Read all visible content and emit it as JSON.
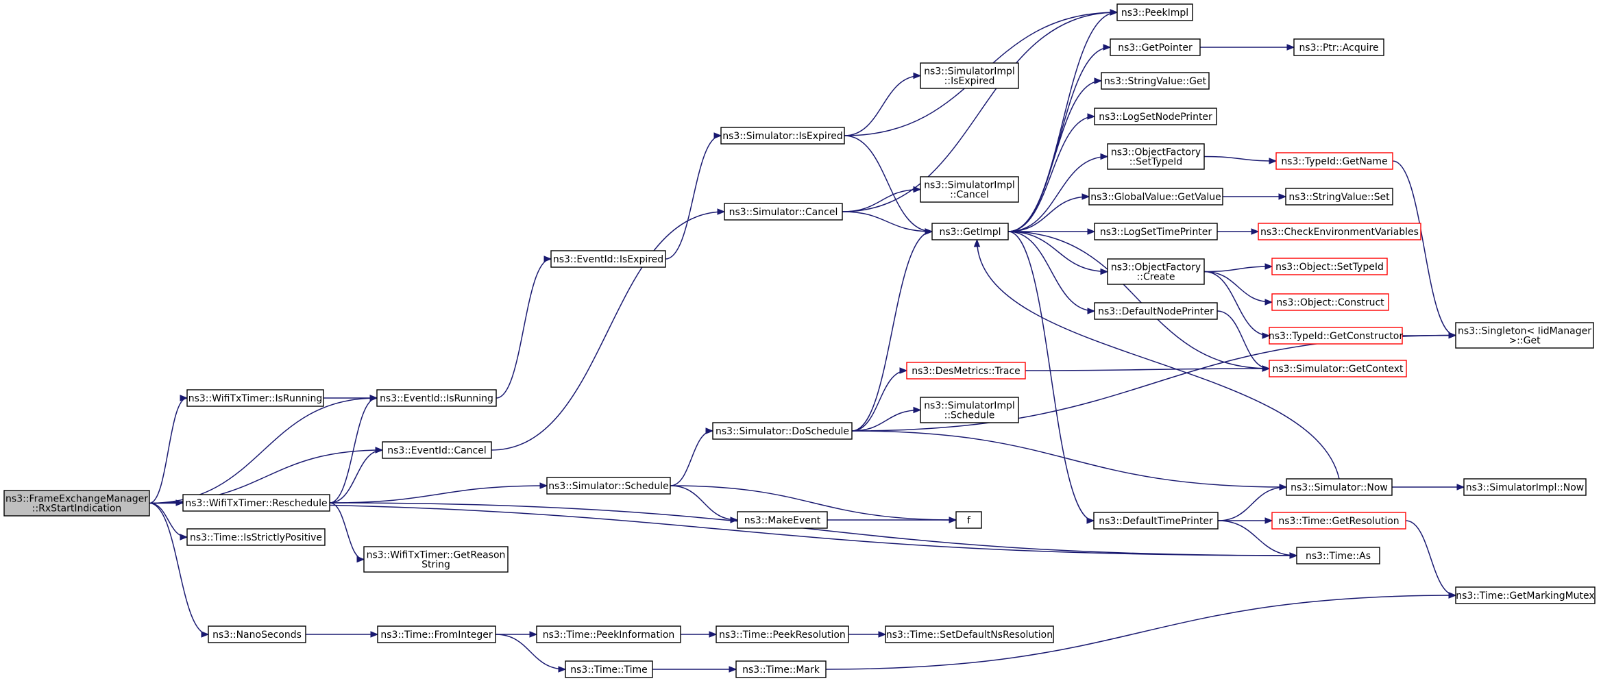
{
  "nodes": [
    {
      "id": "root",
      "lines": [
        "ns3::FrameExchangeManager",
        "::RxStartIndication"
      ],
      "style": "root"
    },
    {
      "id": "wtt_isrunning",
      "lines": [
        "ns3::WifiTxTimer::IsRunning"
      ]
    },
    {
      "id": "ev_isrunning",
      "lines": [
        "ns3::EventId::IsRunning"
      ]
    },
    {
      "id": "ev_cancel",
      "lines": [
        "ns3::EventId::Cancel"
      ]
    },
    {
      "id": "wtt_reschedule",
      "lines": [
        "ns3::WifiTxTimer::Reschedule"
      ]
    },
    {
      "id": "time_isstrictlypositive",
      "lines": [
        "ns3::Time::IsStrictlyPositive"
      ]
    },
    {
      "id": "wtt_getreason",
      "lines": [
        "ns3::WifiTxTimer::GetReason",
        "String"
      ]
    },
    {
      "id": "nanoseconds",
      "lines": [
        "ns3::NanoSeconds"
      ]
    },
    {
      "id": "time_frominteger",
      "lines": [
        "ns3::Time::FromInteger"
      ]
    },
    {
      "id": "ev_isexpired",
      "lines": [
        "ns3::EventId::IsExpired"
      ]
    },
    {
      "id": "sim_schedule",
      "lines": [
        "ns3::Simulator::Schedule"
      ]
    },
    {
      "id": "time_peekinformation",
      "lines": [
        "ns3::Time::PeekInformation"
      ]
    },
    {
      "id": "time_time",
      "lines": [
        "ns3::Time::Time"
      ]
    },
    {
      "id": "sim_isexpired",
      "lines": [
        "ns3::Simulator::IsExpired"
      ]
    },
    {
      "id": "sim_cancel",
      "lines": [
        "ns3::Simulator::Cancel"
      ]
    },
    {
      "id": "sim_doschedule",
      "lines": [
        "ns3::Simulator::DoSchedule"
      ]
    },
    {
      "id": "makeevent",
      "lines": [
        "ns3::MakeEvent"
      ]
    },
    {
      "id": "time_peekresolution",
      "lines": [
        "ns3::Time::PeekResolution"
      ]
    },
    {
      "id": "time_mark",
      "lines": [
        "ns3::Time::Mark"
      ]
    },
    {
      "id": "simimpl_isexpired",
      "lines": [
        "ns3::SimulatorImpl",
        "::IsExpired"
      ]
    },
    {
      "id": "simimpl_cancel",
      "lines": [
        "ns3::SimulatorImpl",
        "::Cancel"
      ]
    },
    {
      "id": "getimpl",
      "lines": [
        "ns3::GetImpl"
      ]
    },
    {
      "id": "desmetrics_trace",
      "lines": [
        "ns3::DesMetrics::Trace"
      ],
      "style": "red"
    },
    {
      "id": "simimpl_schedule",
      "lines": [
        "ns3::SimulatorImpl",
        "::Schedule"
      ]
    },
    {
      "id": "f",
      "lines": [
        "f"
      ]
    },
    {
      "id": "time_setdefaultnsres",
      "lines": [
        "ns3::Time::SetDefaultNsResolution"
      ]
    },
    {
      "id": "peekimpl",
      "lines": [
        "ns3::PeekImpl"
      ]
    },
    {
      "id": "getpointer",
      "lines": [
        "ns3::GetPointer"
      ]
    },
    {
      "id": "stringvalue_get",
      "lines": [
        "ns3::StringValue::Get"
      ]
    },
    {
      "id": "logsetnodeprinter",
      "lines": [
        "ns3::LogSetNodePrinter"
      ]
    },
    {
      "id": "objfactory_settypeid",
      "lines": [
        "ns3::ObjectFactory",
        "::SetTypeId"
      ]
    },
    {
      "id": "globalvalue_getvalue",
      "lines": [
        "ns3::GlobalValue::GetValue"
      ]
    },
    {
      "id": "logsettimeprinter",
      "lines": [
        "ns3::LogSetTimePrinter"
      ]
    },
    {
      "id": "objfactory_create",
      "lines": [
        "ns3::ObjectFactory",
        "::Create"
      ]
    },
    {
      "id": "defaultnodeprinter",
      "lines": [
        "ns3::DefaultNodePrinter"
      ]
    },
    {
      "id": "defaulttimeprinter",
      "lines": [
        "ns3::DefaultTimePrinter"
      ]
    },
    {
      "id": "ptr_acquire",
      "lines": [
        "ns3::Ptr::Acquire"
      ]
    },
    {
      "id": "typeid_getname",
      "lines": [
        "ns3::TypeId::GetName"
      ],
      "style": "red"
    },
    {
      "id": "stringvalue_set",
      "lines": [
        "ns3::StringValue::Set"
      ]
    },
    {
      "id": "checkenvvars",
      "lines": [
        "ns3::CheckEnvironmentVariables"
      ],
      "style": "red"
    },
    {
      "id": "object_settypeid",
      "lines": [
        "ns3::Object::SetTypeId"
      ],
      "style": "red"
    },
    {
      "id": "object_construct",
      "lines": [
        "ns3::Object::Construct"
      ],
      "style": "red"
    },
    {
      "id": "typeid_getconstructor",
      "lines": [
        "ns3::TypeId::GetConstructor"
      ],
      "style": "red"
    },
    {
      "id": "sim_getcontext",
      "lines": [
        "ns3::Simulator::GetContext"
      ],
      "style": "red"
    },
    {
      "id": "sim_now",
      "lines": [
        "ns3::Simulator::Now"
      ]
    },
    {
      "id": "time_getresolution",
      "lines": [
        "ns3::Time::GetResolution"
      ],
      "style": "red"
    },
    {
      "id": "time_as",
      "lines": [
        "ns3::Time::As"
      ]
    },
    {
      "id": "singleton_get",
      "lines": [
        "ns3::Singleton< IidManager",
        " >::Get"
      ]
    },
    {
      "id": "simimpl_now",
      "lines": [
        "ns3::SimulatorImpl::Now"
      ]
    },
    {
      "id": "time_getmarkingmutex",
      "lines": [
        "ns3::Time::GetMarkingMutex"
      ]
    }
  ],
  "edges": [
    [
      "root",
      "wtt_isrunning"
    ],
    [
      "root",
      "ev_isrunning"
    ],
    [
      "root",
      "ev_cancel"
    ],
    [
      "root",
      "wtt_reschedule"
    ],
    [
      "root",
      "time_isstrictlypositive"
    ],
    [
      "root",
      "nanoseconds"
    ],
    [
      "root",
      "time_as"
    ],
    [
      "wtt_isrunning",
      "ev_isrunning"
    ],
    [
      "wtt_reschedule",
      "ev_isrunning"
    ],
    [
      "wtt_reschedule",
      "ev_cancel"
    ],
    [
      "wtt_reschedule",
      "sim_schedule"
    ],
    [
      "wtt_reschedule",
      "wtt_getreason"
    ],
    [
      "wtt_reschedule",
      "time_as"
    ],
    [
      "ev_isrunning",
      "ev_isexpired"
    ],
    [
      "ev_cancel",
      "sim_cancel"
    ],
    [
      "ev_isexpired",
      "sim_isexpired"
    ],
    [
      "sim_isexpired",
      "simimpl_isexpired"
    ],
    [
      "sim_isexpired",
      "peekimpl"
    ],
    [
      "sim_isexpired",
      "getimpl"
    ],
    [
      "sim_cancel",
      "peekimpl"
    ],
    [
      "sim_cancel",
      "simimpl_cancel"
    ],
    [
      "sim_cancel",
      "getimpl"
    ],
    [
      "sim_schedule",
      "sim_doschedule"
    ],
    [
      "sim_schedule",
      "makeevent"
    ],
    [
      "sim_schedule",
      "f"
    ],
    [
      "makeevent",
      "f"
    ],
    [
      "sim_doschedule",
      "getimpl"
    ],
    [
      "sim_doschedule",
      "desmetrics_trace"
    ],
    [
      "sim_doschedule",
      "simimpl_schedule"
    ],
    [
      "sim_doschedule",
      "singleton_get"
    ],
    [
      "sim_doschedule",
      "sim_now"
    ],
    [
      "nanoseconds",
      "time_frominteger"
    ],
    [
      "time_frominteger",
      "time_peekinformation"
    ],
    [
      "time_frominteger",
      "time_time"
    ],
    [
      "time_peekinformation",
      "time_peekresolution"
    ],
    [
      "time_peekresolution",
      "time_setdefaultnsres"
    ],
    [
      "time_time",
      "time_mark"
    ],
    [
      "time_mark",
      "time_getmarkingmutex"
    ],
    [
      "getimpl",
      "peekimpl"
    ],
    [
      "getimpl",
      "getpointer"
    ],
    [
      "getimpl",
      "stringvalue_get"
    ],
    [
      "getimpl",
      "logsetnodeprinter"
    ],
    [
      "getimpl",
      "objfactory_settypeid"
    ],
    [
      "getimpl",
      "globalvalue_getvalue"
    ],
    [
      "getimpl",
      "logsettimeprinter"
    ],
    [
      "getimpl",
      "objfactory_create"
    ],
    [
      "getimpl",
      "defaultnodeprinter"
    ],
    [
      "getimpl",
      "defaulttimeprinter"
    ],
    [
      "getimpl",
      "sim_getcontext"
    ],
    [
      "desmetrics_trace",
      "sim_getcontext"
    ],
    [
      "sim_now",
      "getimpl"
    ],
    [
      "sim_now",
      "simimpl_now"
    ],
    [
      "getpointer",
      "ptr_acquire"
    ],
    [
      "objfactory_settypeid",
      "typeid_getname"
    ],
    [
      "globalvalue_getvalue",
      "stringvalue_set"
    ],
    [
      "logsettimeprinter",
      "checkenvvars"
    ],
    [
      "objfactory_create",
      "object_settypeid"
    ],
    [
      "objfactory_create",
      "object_construct"
    ],
    [
      "objfactory_create",
      "typeid_getconstructor"
    ],
    [
      "defaultnodeprinter",
      "sim_getcontext"
    ],
    [
      "defaulttimeprinter",
      "sim_now"
    ],
    [
      "defaulttimeprinter",
      "time_getresolution"
    ],
    [
      "defaulttimeprinter",
      "time_as"
    ],
    [
      "typeid_getname",
      "singleton_get"
    ],
    [
      "typeid_getconstructor",
      "singleton_get"
    ],
    [
      "time_getresolution",
      "time_getmarkingmutex"
    ]
  ]
}
